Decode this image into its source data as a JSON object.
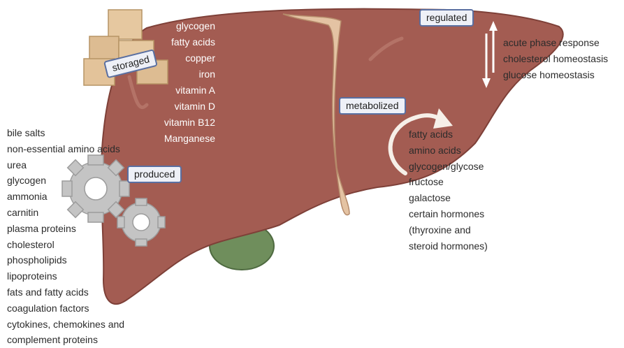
{
  "labels": {
    "storaged": "storaged",
    "regulated": "regulated",
    "metabolized": "metabolized",
    "produced": "produced"
  },
  "storaged_items": [
    "glycogen",
    "fatty acids",
    "copper",
    "iron",
    "vitamin A",
    "vitamin D",
    "vitamin B12",
    "Manganese"
  ],
  "regulated_items": [
    "acute phase response",
    "cholesterol homeostasis",
    "glucose homeostasis"
  ],
  "metabolized_items": [
    "fatty acids",
    "amino acids",
    "glycogen/glycose",
    "fructose",
    "galactose",
    "certain hormones",
    "(thyroxine and",
    "steroid hormones)"
  ],
  "produced_items": [
    "bile salts",
    "non-essential amino acids",
    "urea",
    "glycogen",
    "ammonia",
    "carnitin",
    "plasma proteins",
    "cholesterol",
    "phospholipids",
    "lipoproteins",
    "fats and fatty acids",
    "coagulation factors",
    "cytokines, chemokines and",
    "complement proteins"
  ],
  "colors": {
    "liver": "#a35c52",
    "liver_edge": "#7e4038",
    "gallbladder": "#6f8e5c",
    "ligament": "#e4c3a3",
    "box": "#e6c8a0",
    "gear": "#c4c4c4",
    "tag_border": "#5a6fa1",
    "tag_fill": "#eef0f7"
  },
  "icons": [
    "boxes-icon",
    "gears-icon",
    "cycle-arrow-icon",
    "double-arrow-icon"
  ]
}
